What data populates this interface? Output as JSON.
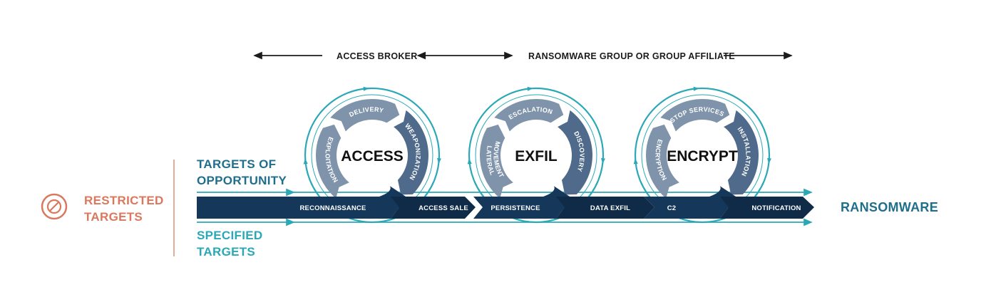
{
  "top_bar": {
    "access_broker": "ACCESS BROKER",
    "ransomware_group": "RANSOMWARE GROUP OR GROUP AFFILIATE"
  },
  "left": {
    "restricted": [
      "RESTRICTED",
      "TARGETS"
    ],
    "opportunity": [
      "TARGETS OF",
      "OPPORTUNITY"
    ],
    "specified": [
      "SPECIFIED",
      "TARGETS"
    ]
  },
  "result": "RANSOMWARE",
  "band": {
    "reconnaissance": "RECONNAISSANCE",
    "access_sale": "ACCESS SALE",
    "persistence": "PERSISTENCE",
    "data_exfil": "DATA EXFIL",
    "c2": "C2",
    "notification": "NOTIFICATION"
  },
  "cycles": [
    {
      "center": "ACCESS",
      "top": "DELIVERY",
      "right": "WEAPONIZATION",
      "left": [
        "EXPLOITATION"
      ]
    },
    {
      "center": "EXFIL",
      "top": "ESCALATION",
      "right": "DISCOVERY",
      "left": [
        "LATERAL",
        "MOVEMENT"
      ]
    },
    {
      "center": "ENCRYPT",
      "top": "STOP SERVICES",
      "right": "INSTALLATION",
      "left": [
        "ENCRYPTION"
      ]
    }
  ],
  "colors": {
    "navy": "#14375a",
    "dark_navy": "#0f2b48",
    "teal": "#2aa8b6",
    "gray_blue": "#7f93ab",
    "slate": "#4f6a8a",
    "blue_text": "#1f6e8c",
    "salmon": "#d9785e"
  }
}
